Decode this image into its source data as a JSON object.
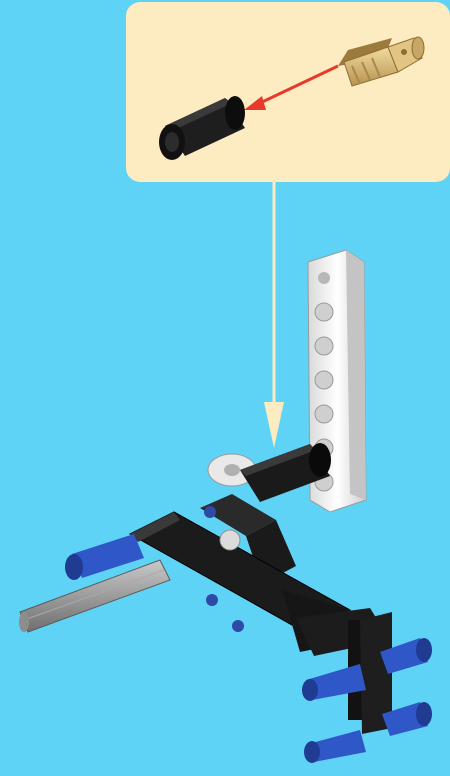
{
  "instruction_step": {
    "background_color": "#5fd3f6",
    "callout_color": "#fdebc1",
    "arrow_color": "#fdebc1",
    "subassembly_arrow_color": "#e83a2a",
    "parts": [
      "tan-axle-connector-pin",
      "black-long-peg",
      "white-studless-beam",
      "black-liftarm-frame",
      "blue-axle-pins",
      "grey-axle",
      "white-bush"
    ]
  }
}
